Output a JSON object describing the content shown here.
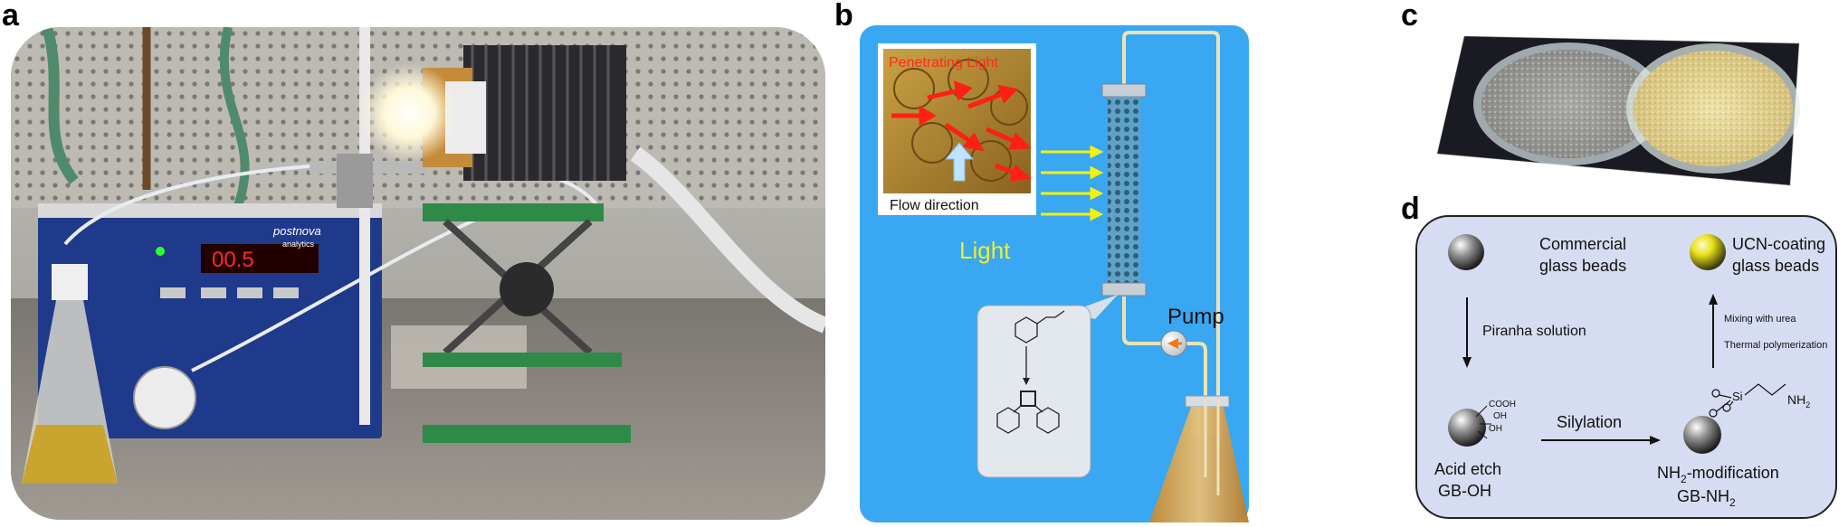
{
  "panels": {
    "a": {
      "label": "a",
      "screen": "00.5",
      "logo_top": "postnova",
      "logo_bottom": "analytics"
    },
    "b": {
      "label": "b",
      "inset_title": "Penetrating Light",
      "inset_caption": "Flow direction",
      "light_label": "Light",
      "pump_label": "Pump"
    },
    "c": {
      "label": "c"
    },
    "d": {
      "label": "d",
      "commercial_line1": "Commercial",
      "commercial_line2": "glass beads",
      "ucn_line1": "UCN-coating",
      "ucn_line2": "glass beads",
      "piranha": "Piranha solution",
      "mixing": "Mixing with urea",
      "thermal": "Thermal polymerization",
      "cooh": "COOH",
      "oh1": "OH",
      "oh2": "OH",
      "silylation": "Silylation",
      "acid_line1": "Acid etch",
      "acid_line2": "GB-OH",
      "si": "Si",
      "nh2": "NH",
      "nh2_sub": "2",
      "nh2_mod_pre": "NH",
      "nh2_mod_sub": "2",
      "nh2_mod_post": "-modification",
      "gb_pre": "GB-NH",
      "gb_sub": "2"
    }
  },
  "colors": {
    "panel_b_bg": "#39a7f2",
    "panel_d_bg": "#d6dcf2",
    "light_text": "#f2ee2a",
    "penetrating_text": "#ff2a1a",
    "arrow_red": "#ff1f14",
    "arrow_yellow": "#f6f10a",
    "ucn_bead": "#e9e21a",
    "lab_blue": "#1f3a8a"
  }
}
